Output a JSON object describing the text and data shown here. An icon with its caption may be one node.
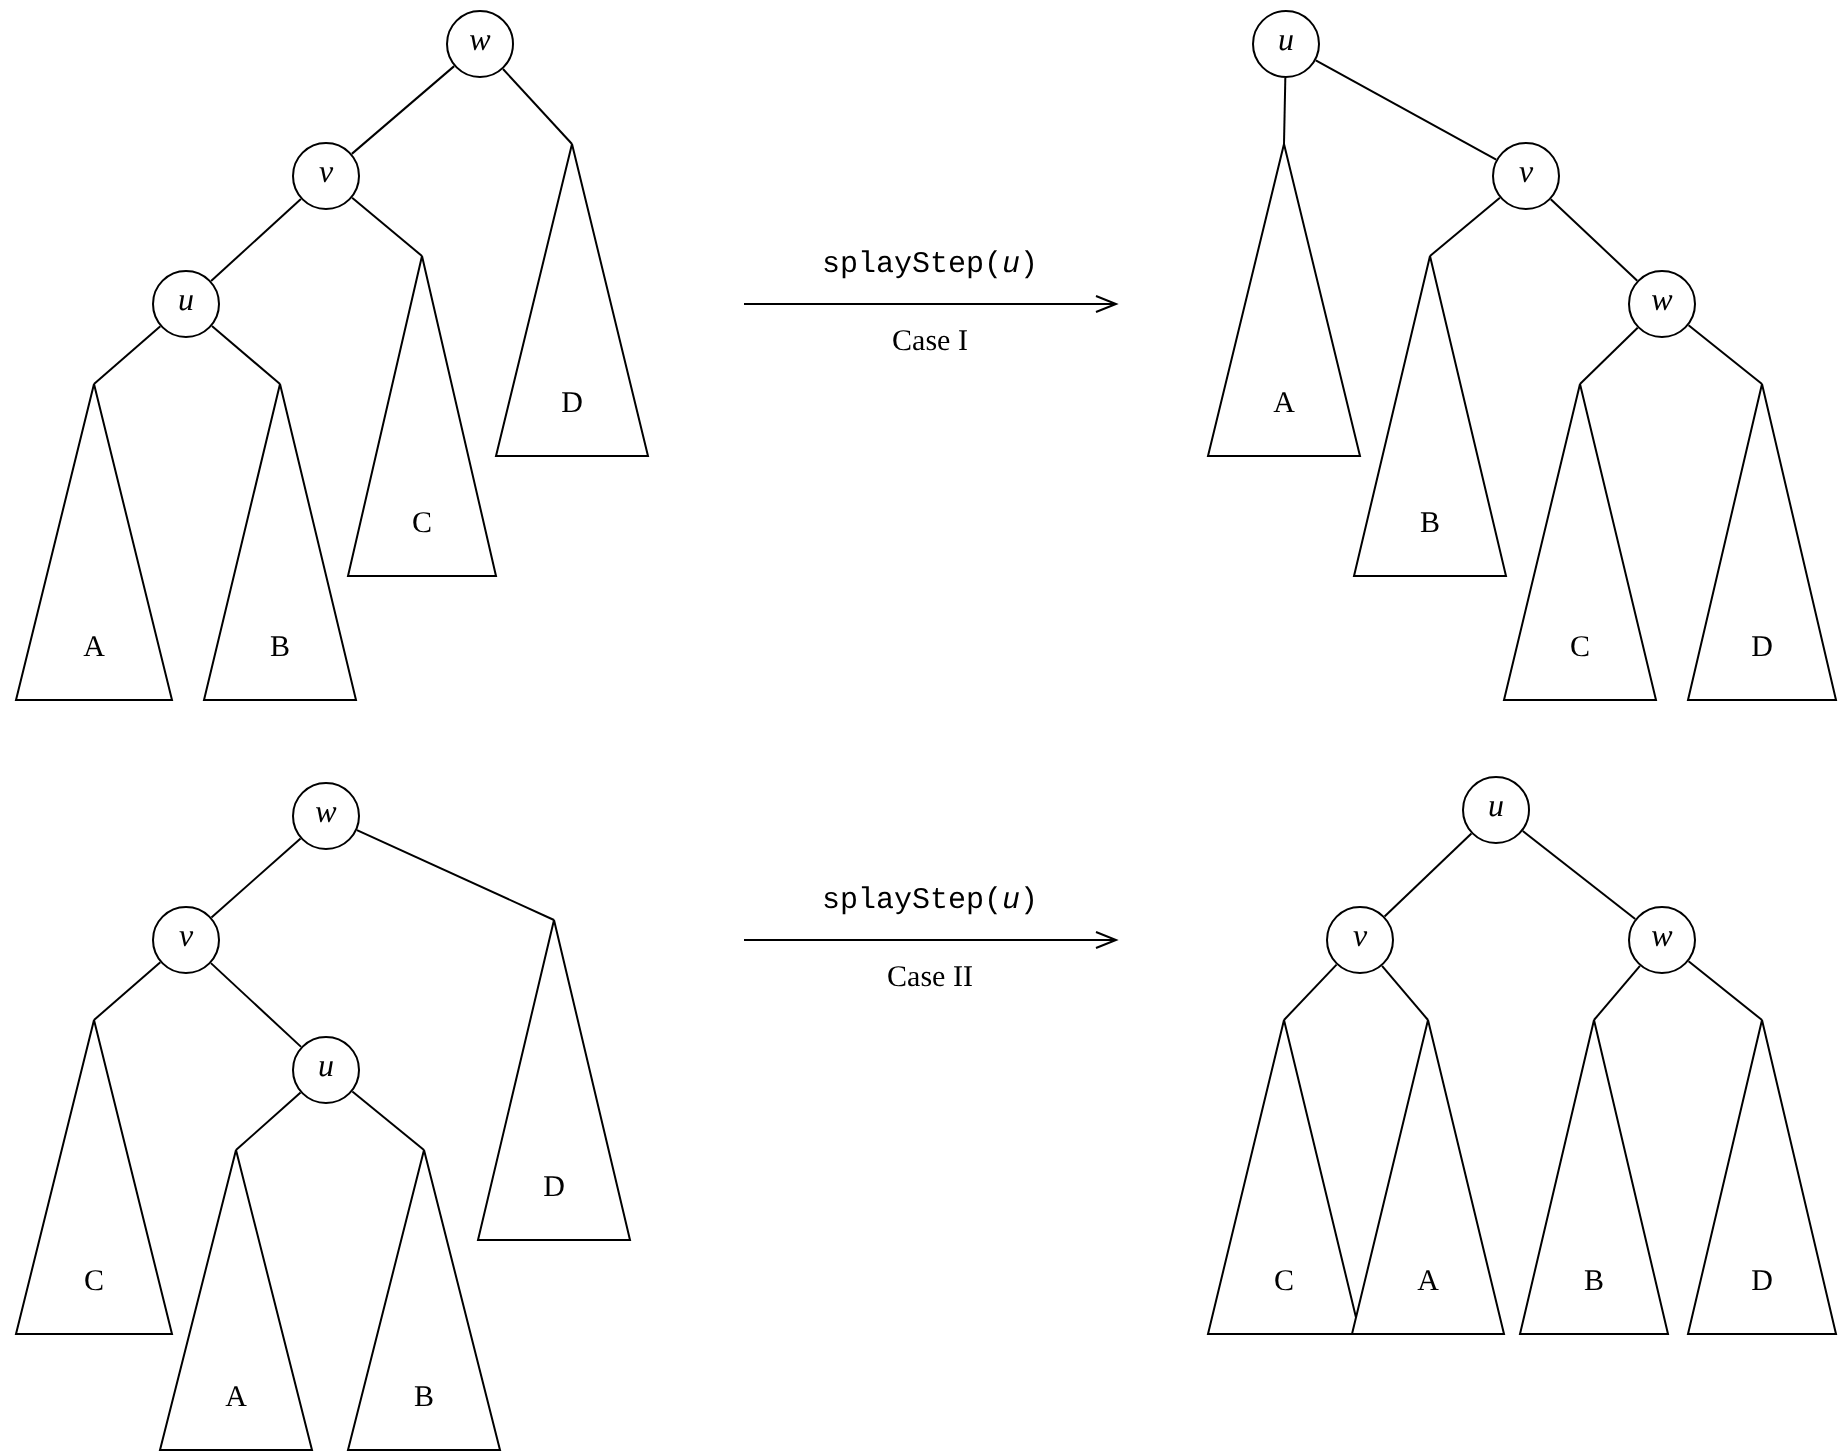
{
  "diagram": {
    "nodes": [
      {
        "text": [
          "w"
        ]
      },
      {
        "text": [
          "v"
        ]
      },
      {
        "text": [
          "u"
        ]
      },
      {
        "text": [
          "A"
        ]
      },
      {
        "text": [
          "B"
        ]
      },
      {
        "text": [
          "C"
        ]
      },
      {
        "text": [
          "D"
        ]
      },
      {
        "text": [
          "u"
        ]
      },
      {
        "text": [
          "v"
        ]
      },
      {
        "text": [
          "w"
        ]
      },
      {
        "text": [
          "A"
        ]
      },
      {
        "text": [
          "B"
        ]
      },
      {
        "text": [
          "C"
        ]
      },
      {
        "text": [
          "D"
        ]
      },
      {
        "text": [
          "w"
        ]
      },
      {
        "text": [
          "v"
        ]
      },
      {
        "text": [
          "u"
        ]
      },
      {
        "text": [
          "C"
        ]
      },
      {
        "text": [
          "A"
        ]
      },
      {
        "text": [
          "B"
        ]
      },
      {
        "text": [
          "D"
        ]
      },
      {
        "text": [
          "u"
        ]
      },
      {
        "text": [
          "v"
        ]
      },
      {
        "text": [
          "w"
        ]
      },
      {
        "text": [
          "C"
        ]
      },
      {
        "text": [
          "A"
        ]
      },
      {
        "text": [
          "B"
        ]
      },
      {
        "text": [
          "D"
        ]
      }
    ],
    "edges": [
      {
        "from": 0,
        "to": 1,
        "arrow": "none"
      },
      {
        "from": 0,
        "to": 6,
        "arrow": "none"
      },
      {
        "from": 1,
        "to": 2,
        "arrow": "none"
      },
      {
        "from": 1,
        "to": 5,
        "arrow": "none"
      },
      {
        "from": 2,
        "to": 3,
        "arrow": "none"
      },
      {
        "from": 2,
        "to": 4,
        "arrow": "none"
      },
      {
        "from": 7,
        "to": 10,
        "arrow": "none"
      },
      {
        "from": 7,
        "to": 8,
        "arrow": "none"
      },
      {
        "from": 8,
        "to": 11,
        "arrow": "none"
      },
      {
        "from": 8,
        "to": 9,
        "arrow": "none"
      },
      {
        "from": 9,
        "to": 12,
        "arrow": "none"
      },
      {
        "from": 9,
        "to": 13,
        "arrow": "none"
      },
      {
        "from": 14,
        "to": 15,
        "arrow": "none"
      },
      {
        "from": 14,
        "to": 20,
        "arrow": "none"
      },
      {
        "from": 15,
        "to": 17,
        "arrow": "none"
      },
      {
        "from": 15,
        "to": 16,
        "arrow": "none"
      },
      {
        "from": 16,
        "to": 18,
        "arrow": "none"
      },
      {
        "from": 16,
        "to": 19,
        "arrow": "none"
      },
      {
        "from": 21,
        "to": 22,
        "arrow": "none"
      },
      {
        "from": 21,
        "to": 23,
        "arrow": "none"
      },
      {
        "from": 22,
        "to": 24,
        "arrow": "none"
      },
      {
        "from": 22,
        "to": 25,
        "arrow": "none"
      },
      {
        "from": 23,
        "to": 26,
        "arrow": "none"
      },
      {
        "from": 23,
        "to": 27,
        "arrow": "none"
      }
    ],
    "labels": [
      "splayStep(*u*)",
      "Case I",
      "splayStep(*u*)",
      "Case II"
    ]
  }
}
